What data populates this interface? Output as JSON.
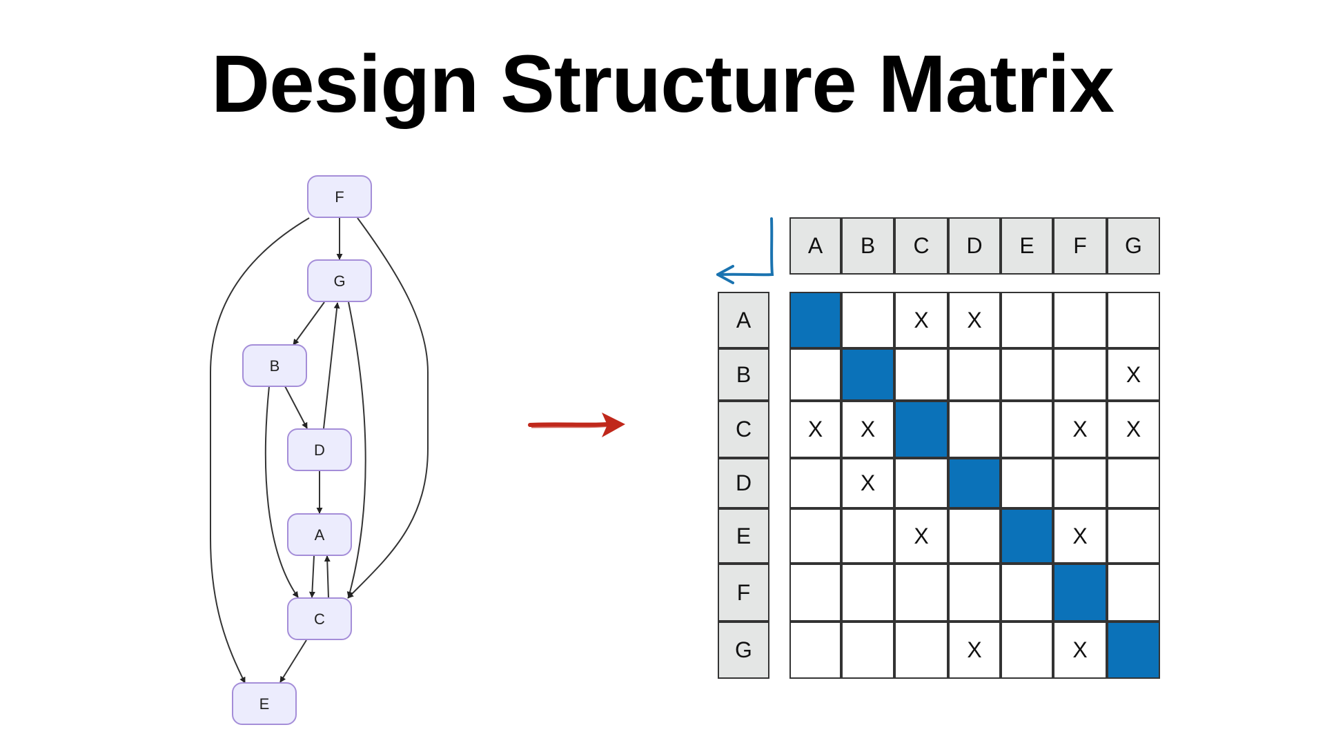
{
  "title": "Design Structure Matrix",
  "graph": {
    "nodes": [
      {
        "id": "F",
        "label": "F"
      },
      {
        "id": "G",
        "label": "G"
      },
      {
        "id": "B",
        "label": "B"
      },
      {
        "id": "D",
        "label": "D"
      },
      {
        "id": "A",
        "label": "A"
      },
      {
        "id": "C",
        "label": "C"
      },
      {
        "id": "E",
        "label": "E"
      }
    ],
    "edges": [
      {
        "from": "F",
        "to": "G"
      },
      {
        "from": "F",
        "to": "C"
      },
      {
        "from": "F",
        "to": "E"
      },
      {
        "from": "G",
        "to": "B"
      },
      {
        "from": "G",
        "to": "C"
      },
      {
        "from": "B",
        "to": "D"
      },
      {
        "from": "B",
        "to": "C"
      },
      {
        "from": "D",
        "to": "G"
      },
      {
        "from": "D",
        "to": "A"
      },
      {
        "from": "A",
        "to": "C"
      },
      {
        "from": "C",
        "to": "A"
      },
      {
        "from": "C",
        "to": "E"
      }
    ],
    "colors": {
      "node_fill": "#ececfd",
      "node_border": "#a48dd8",
      "edge": "#333333"
    }
  },
  "arrow_icon": {
    "name": "right-arrow-icon",
    "color": "#c0281b"
  },
  "corner_arrow_icon": {
    "name": "corner-arrow-icon",
    "color": "#1a73b0"
  },
  "matrix": {
    "columns": [
      "A",
      "B",
      "C",
      "D",
      "E",
      "F",
      "G"
    ],
    "rows": [
      {
        "label": "A",
        "cells": [
          "■",
          "",
          "X",
          "X",
          "",
          "",
          ""
        ]
      },
      {
        "label": "B",
        "cells": [
          "",
          "■",
          "",
          "",
          "",
          "",
          "X"
        ]
      },
      {
        "label": "C",
        "cells": [
          "X",
          "X",
          "■",
          "",
          "",
          "X",
          "X"
        ]
      },
      {
        "label": "D",
        "cells": [
          "",
          "X",
          "",
          "■",
          "",
          "",
          ""
        ]
      },
      {
        "label": "E",
        "cells": [
          "",
          "",
          "X",
          "",
          "■",
          "X",
          ""
        ]
      },
      {
        "label": "F",
        "cells": [
          "",
          "",
          "",
          "",
          "",
          "■",
          ""
        ]
      },
      {
        "label": "G",
        "cells": [
          "",
          "",
          "",
          "X",
          "",
          "X",
          "■"
        ]
      }
    ],
    "colors": {
      "diagonal": "#0b72b9",
      "header_bg": "#e4e6e5",
      "border": "#333333"
    }
  }
}
